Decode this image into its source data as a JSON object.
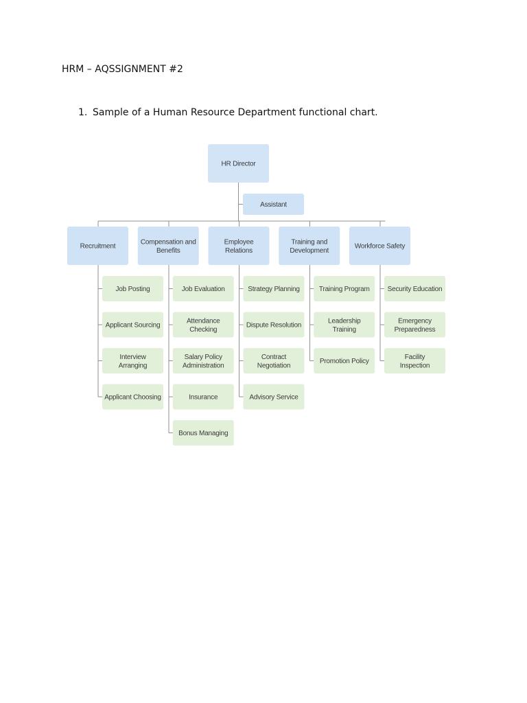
{
  "document": {
    "heading": "HRM – AQSSIGNMENT #2",
    "list_item": {
      "number": "1.",
      "text": "Sample of a Human Resource Department functional chart."
    }
  },
  "colors": {
    "executive_box": "#d3e4f6",
    "department_box": "#cfe2f6",
    "function_box": "#e2efd9",
    "connector": "#8f8f8f",
    "box_text": "#3a3a3a"
  },
  "org_chart": {
    "root": {
      "title": "HR Director",
      "assistant": "Assistant"
    },
    "departments": [
      {
        "name": "Recruitment",
        "functions": [
          "Job Posting",
          "Applicant Sourcing",
          "Interview Arranging",
          "Applicant Choosing"
        ]
      },
      {
        "name": "Compensation and Benefits",
        "functions": [
          "Job Evaluation",
          "Attendance Checking",
          "Salary Policy Administration",
          "Insurance",
          "Bonus Managing"
        ]
      },
      {
        "name": "Employee Relations",
        "functions": [
          "Strategy Planning",
          "Dispute Resolution",
          "Contract Negotiation",
          "Advisory Service"
        ]
      },
      {
        "name": "Training and Development",
        "functions": [
          "Training Program",
          "Leadership Training",
          "Promotion Policy"
        ]
      },
      {
        "name": "Workforce Safety",
        "functions": [
          "Security Education",
          "Emergency Preparedness",
          "Facility Inspection"
        ]
      }
    ]
  }
}
